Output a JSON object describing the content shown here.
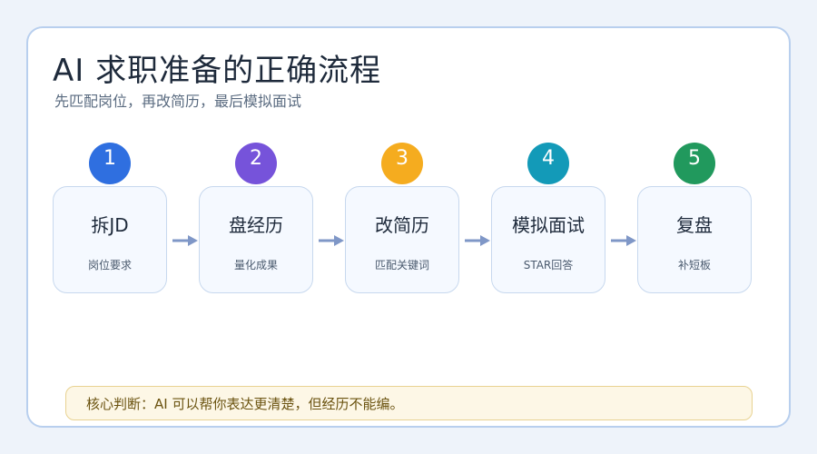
{
  "title": "AI 求职准备的正确流程",
  "subtitle": "先匹配岗位，再改简历，最后模拟面试",
  "steps": [
    {
      "number": "1",
      "title": "拆JD",
      "desc": "岗位要求",
      "color": "#2f6fe0"
    },
    {
      "number": "2",
      "title": "盘经历",
      "desc": "量化成果",
      "color": "#7653da"
    },
    {
      "number": "3",
      "title": "改简历",
      "desc": "匹配关键词",
      "color": "#f5ac1f"
    },
    {
      "number": "4",
      "title": "模拟面试",
      "desc": "STAR回答",
      "color": "#139ab8"
    },
    {
      "number": "5",
      "title": "复盘",
      "desc": "补短板",
      "color": "#21995d"
    }
  ],
  "arrow_color": "#7f97c7",
  "note": "核心判断：AI 可以帮你表达更清楚，但经历不能编。"
}
